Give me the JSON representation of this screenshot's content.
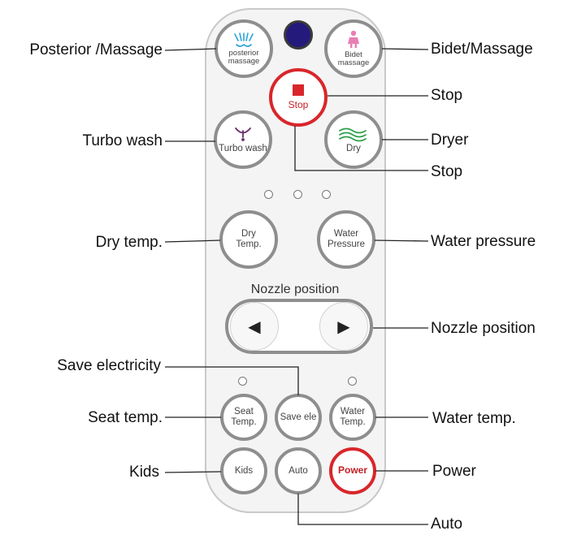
{
  "remote": {
    "buttons": {
      "posterior_massage": "posterior massage",
      "bidet_massage": "Bidet massage",
      "stop": "Stop",
      "turbo_wash": "Turbo wash",
      "dry": "Dry",
      "dry_temp": "Dry Temp.",
      "water_pressure": "Water Pressure",
      "seat_temp": "Seat Temp.",
      "save_ele": "Save ele",
      "water_temp": "Water Temp.",
      "kids": "Kids",
      "auto": "Auto",
      "power": "Power"
    },
    "nozzle_caption": "Nozzle position",
    "arrows": {
      "left": "◀",
      "right": "▶"
    },
    "colors": {
      "stop_red": "#d9262b",
      "ir_window": "#241a7c",
      "posterior_icon": "#2aa3d8",
      "bidet_icon": "#e87fb4",
      "turbo_icon": "#6b2d6e",
      "dry_icon": "#2e9e4a"
    }
  },
  "callouts": {
    "posterior_massage": "Posterior /Massage",
    "turbo_wash": "Turbo wash",
    "dry_temp": "Dry temp.",
    "save_electricity": "Save electricity",
    "seat_temp": "Seat temp.",
    "kids": "Kids",
    "bidet_massage": "Bidet/Massage",
    "stop_1": "Stop",
    "dryer": "Dryer",
    "stop_2": "Stop",
    "water_pressure": "Water pressure",
    "nozzle_position": "Nozzle position",
    "water_temp": "Water temp.",
    "power": "Power",
    "auto": "Auto"
  }
}
